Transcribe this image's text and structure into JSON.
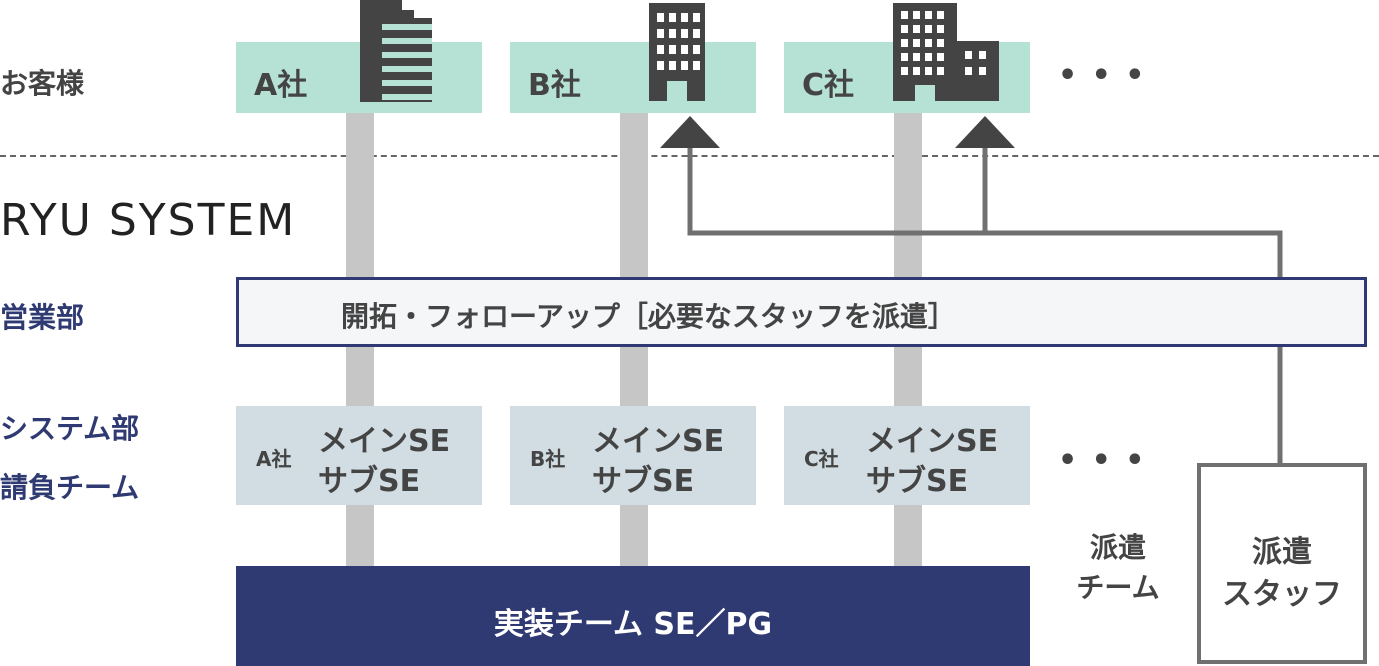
{
  "labels": {
    "customers": "お客様",
    "company": "RYU SYSTEM",
    "sales_dept": "営業部",
    "system_dept": "システム部",
    "contract_team": "請負チーム",
    "dispatch_team_line1": "派遣",
    "dispatch_team_line2": "チーム"
  },
  "clients": [
    {
      "name": "A社",
      "icon": "building-tall-icon"
    },
    {
      "name": "B社",
      "icon": "building-office-icon"
    },
    {
      "name": "C社",
      "icon": "building-complex-icon"
    }
  ],
  "ellipsis": "• • •",
  "sales_banner": "開拓・フォローアップ［必要なスタッフを派遣］",
  "system_boxes": [
    {
      "company": "A社",
      "role1": "メインSE",
      "role2": "サブSE"
    },
    {
      "company": "B社",
      "role1": "メインSE",
      "role2": "サブSE"
    },
    {
      "company": "C社",
      "role1": "メインSE",
      "role2": "サブSE"
    }
  ],
  "implementation": "実装チーム SE／PG",
  "staff_box": {
    "line1": "派遣",
    "line2": "スタッフ"
  },
  "colors": {
    "client_bg": "#b5e2d4",
    "system_bg": "#d1dde2",
    "navy": "#2f3a72",
    "pillar": "#c6c6c6",
    "arrow": "#707070",
    "icon": "#444444"
  }
}
